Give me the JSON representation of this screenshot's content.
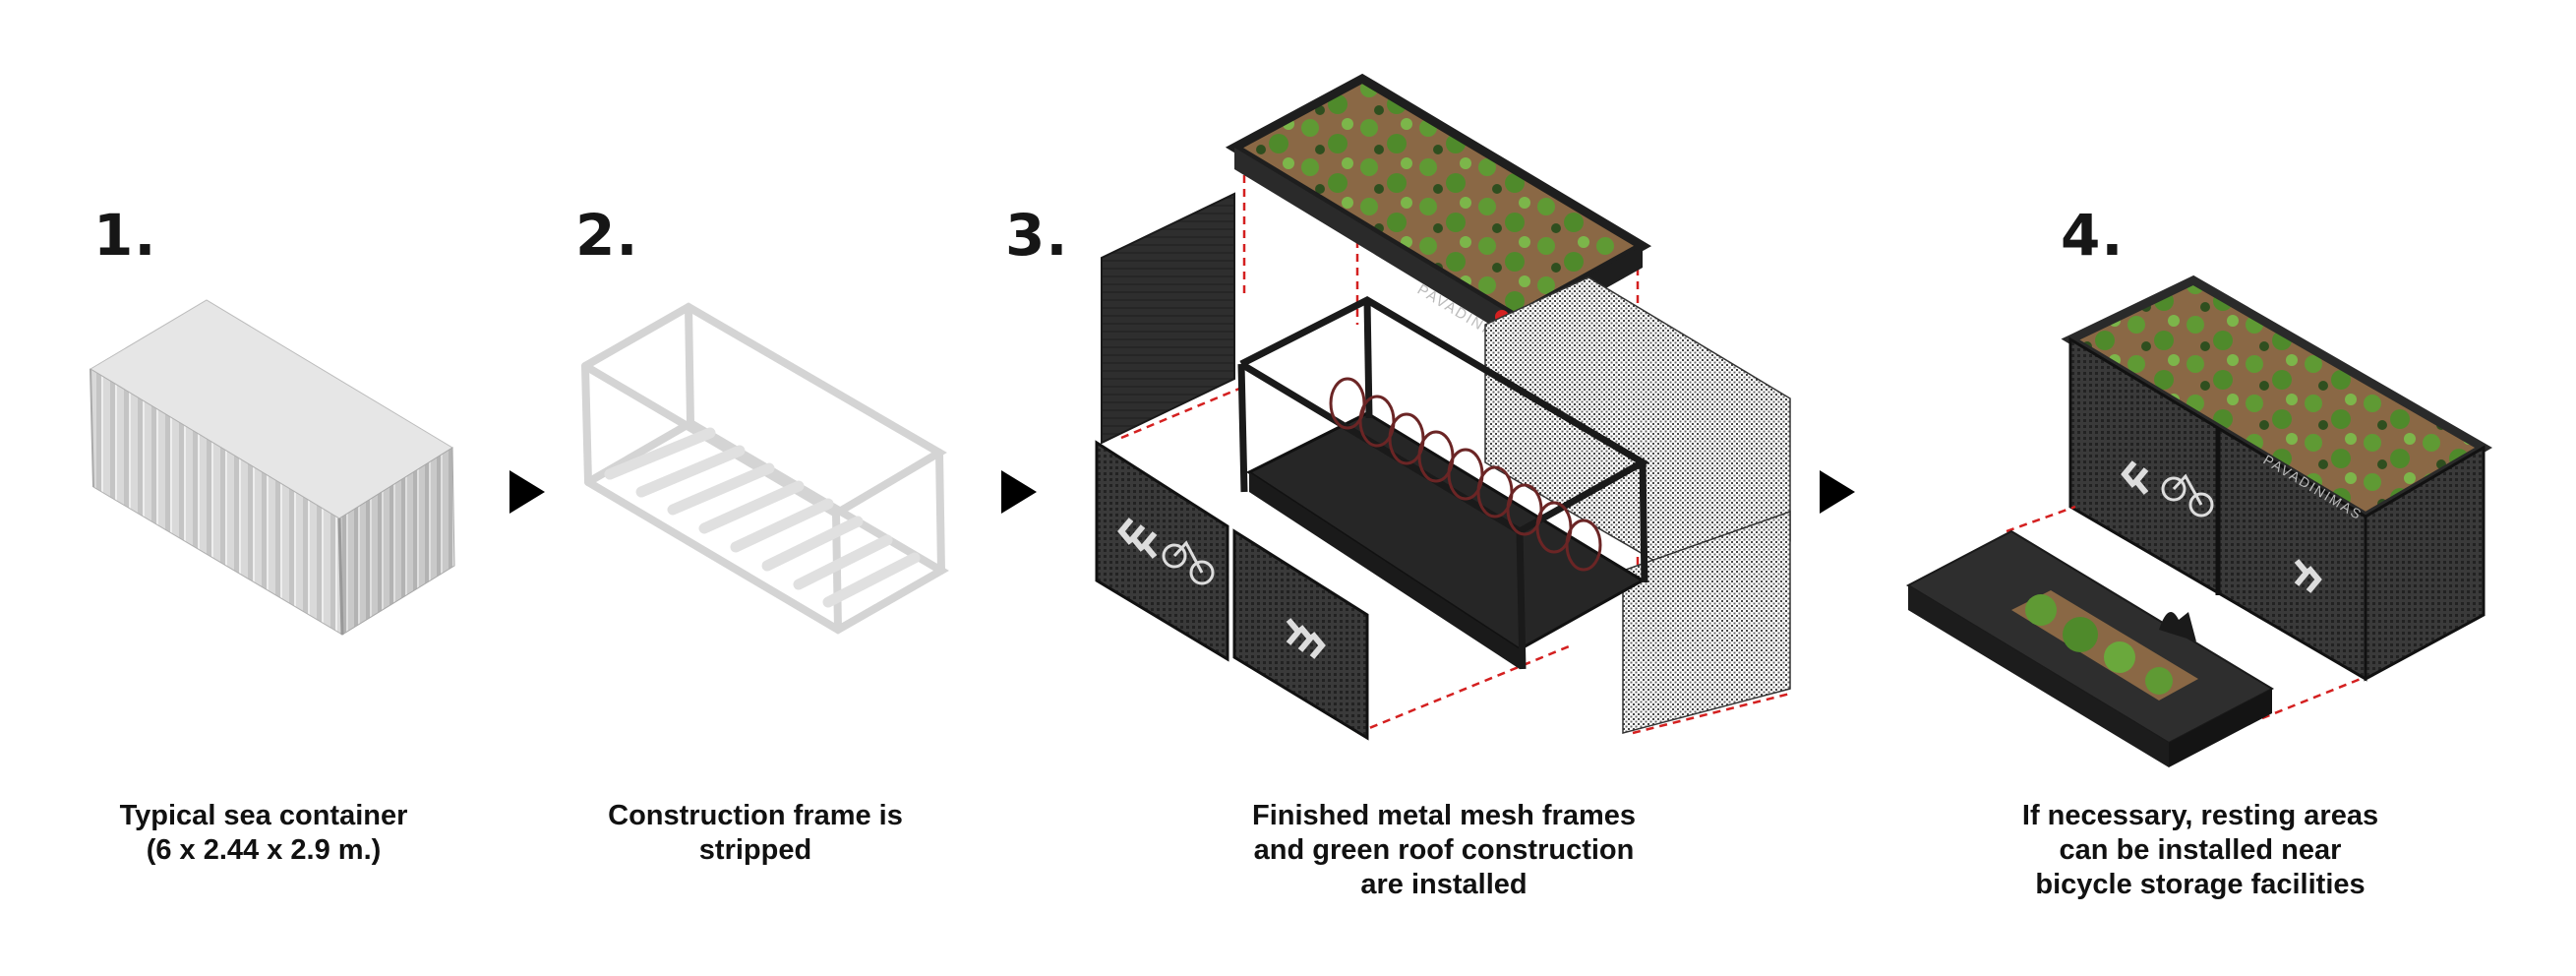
{
  "steps": [
    {
      "number": "1.",
      "caption": [
        "Typical sea container",
        "(6 x 2.44 x 2.9 m.)"
      ]
    },
    {
      "number": "2.",
      "caption": [
        "Construction frame is",
        "stripped"
      ]
    },
    {
      "number": "3.",
      "caption": [
        "Finished metal mesh frames",
        "and green roof construction",
        "are installed"
      ]
    },
    {
      "number": "4.",
      "caption": [
        "If necessary, resting areas",
        "can be installed near",
        "bicycle storage facilities"
      ]
    }
  ],
  "signage": {
    "brand_text": "PAVADINIMAS"
  },
  "colors": {
    "container_gray": "#d6d6d6",
    "frame_gray": "#e2e2e2",
    "mesh_dark": "#2a2a2a",
    "soil_brown": "#8a6845",
    "plant_green": "#5f9a34",
    "guide_red": "#d42020",
    "arrow_black": "#000000"
  },
  "icons": [
    "bicycle-icon",
    "chevrons-left-icon",
    "chevrons-right-icon",
    "step-arrow-icon"
  ]
}
